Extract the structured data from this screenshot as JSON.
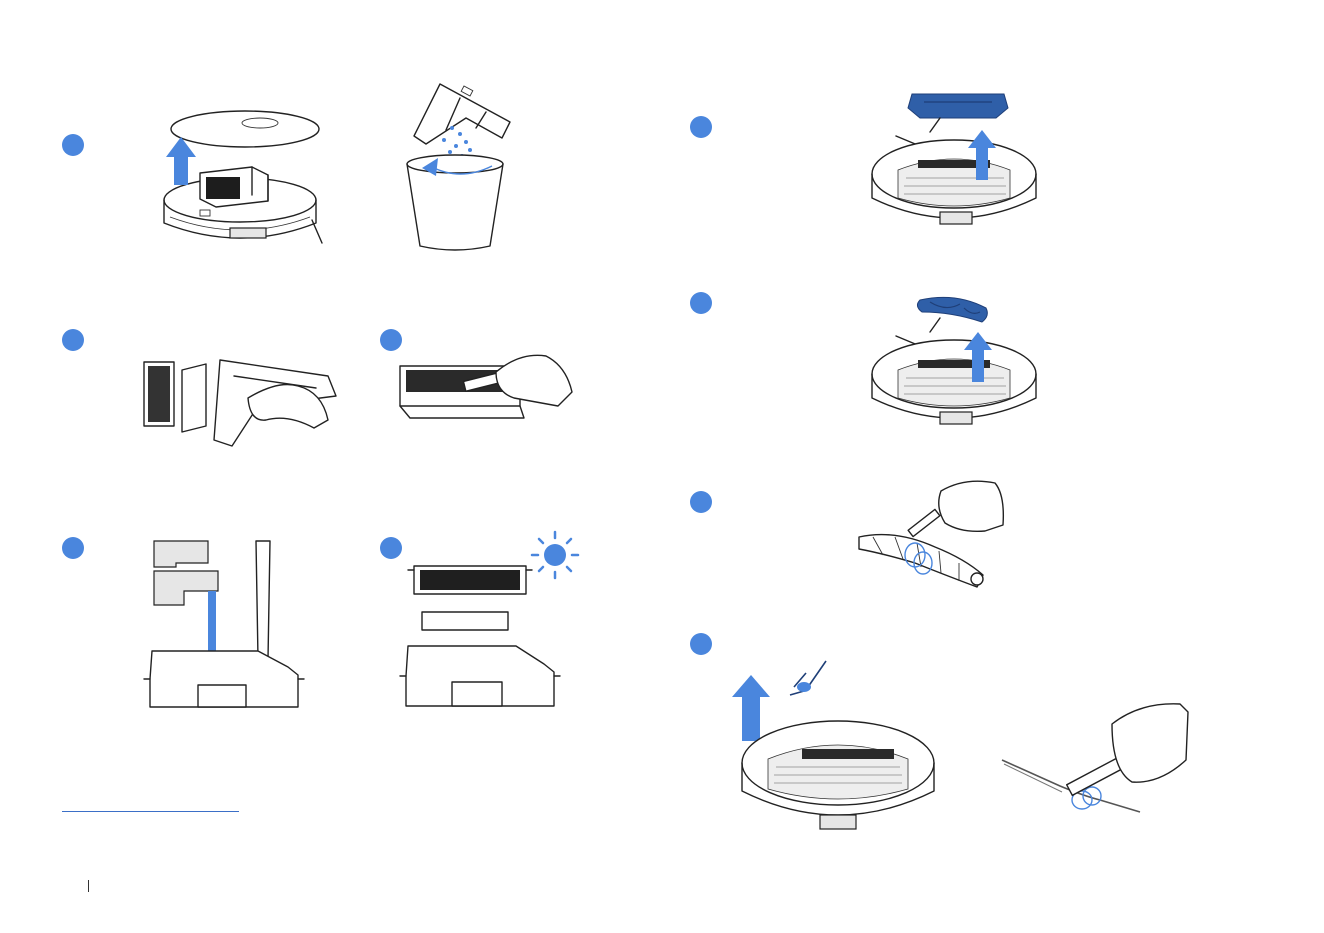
{
  "colors": {
    "accent": "#4a86dd",
    "ink": "#222222",
    "background": "#ffffff"
  },
  "illustrations": {
    "remove_dustbin": "robot-dustbin-lift",
    "empty_dustbin": "dustbin-empty-into-trash",
    "remove_filter": "filter-removal",
    "brush_filter": "filter-brushing",
    "rinse_dustbin": "dustbin-rinse-under-tap",
    "dry_filter": "filter-air-dry-sun",
    "remove_brush_guard": "brush-guard-release",
    "remove_main_brush": "main-brush-removal",
    "cut_hair": "main-brush-hair-cut",
    "side_brush": "side-brush-removal-and-clean"
  }
}
